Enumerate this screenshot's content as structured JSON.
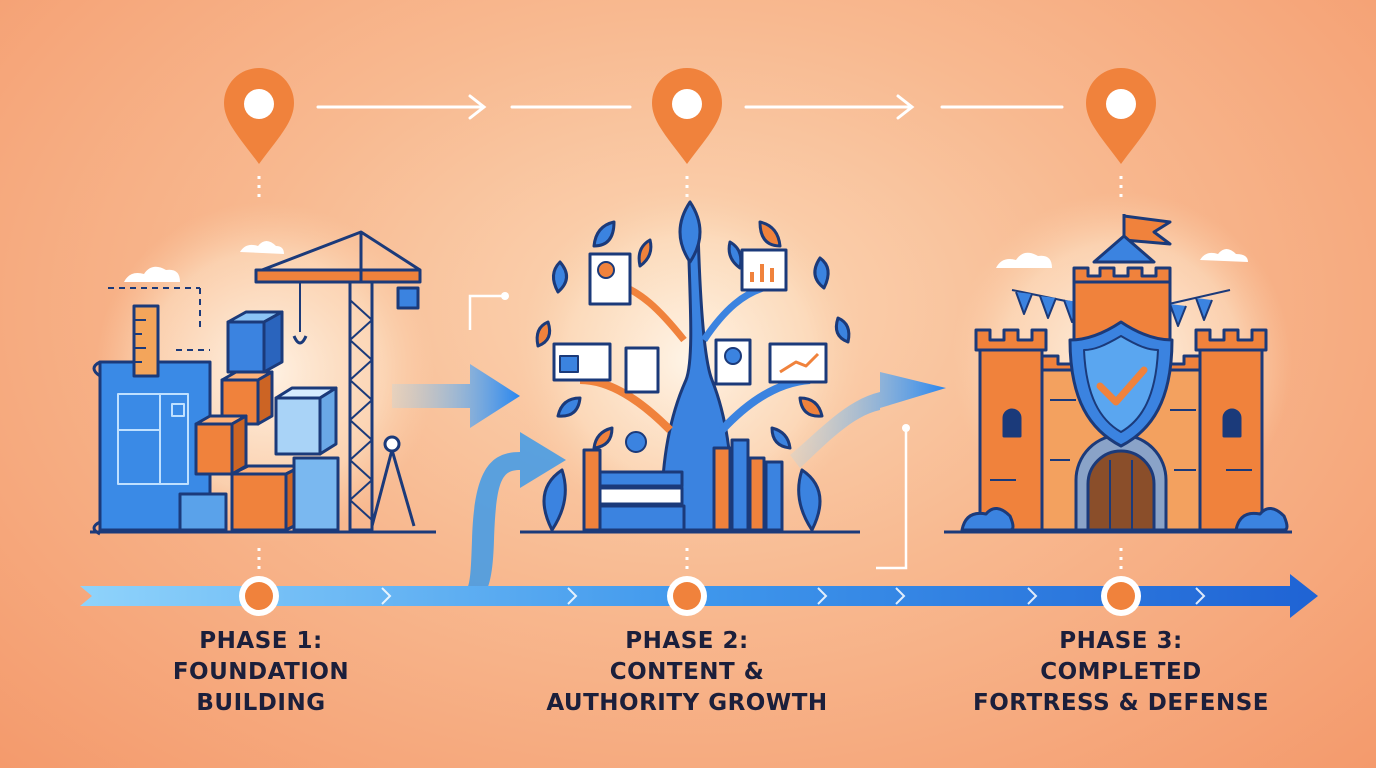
{
  "colors": {
    "orange": "#f0823c",
    "blue": "#2f7de0",
    "light_blue": "#5bb8f5",
    "navy": "#1b3a7a",
    "text": "#1b1f3b"
  },
  "phases": [
    {
      "line1": "PHASE 1:",
      "line2": "FOUNDATION",
      "line3": "BUILDING",
      "icon": "construction-site-icon"
    },
    {
      "line1": "PHASE 2:",
      "line2": "CONTENT &",
      "line3": "AUTHORITY GROWTH",
      "icon": "content-tree-icon"
    },
    {
      "line1": "PHASE 3:",
      "line2": "COMPLETED",
      "line3": "FORTRESS & DEFENSE",
      "icon": "castle-shield-icon"
    }
  ]
}
